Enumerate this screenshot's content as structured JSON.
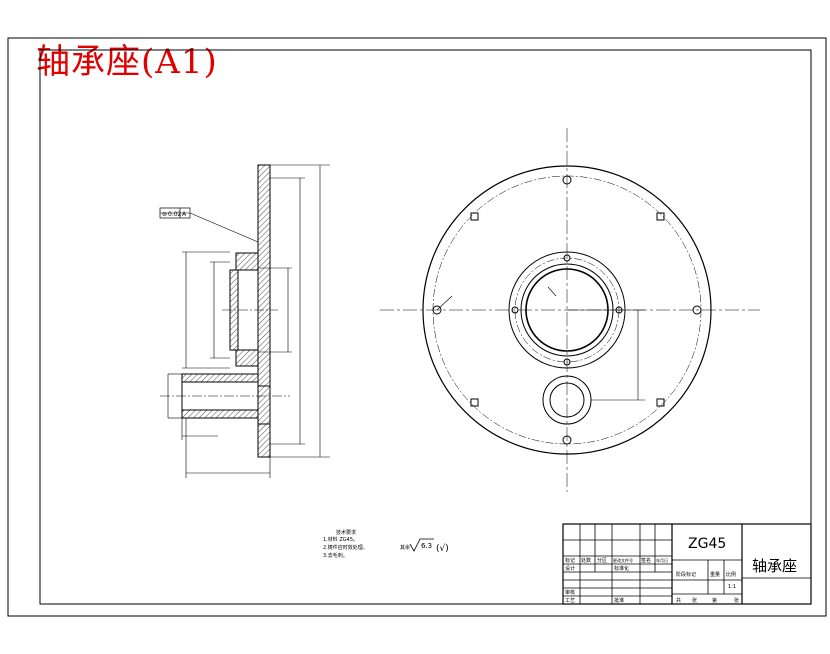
{
  "title": "轴承座(A1)",
  "title_color": "#e00000",
  "title_block": {
    "material": "ZG45",
    "part_name": "轴承座",
    "scale": "1:1",
    "row_labels": [
      "设计",
      "审核",
      "工艺"
    ],
    "header_labels": [
      "标记",
      "处数",
      "分区",
      "更改文件号",
      "签名",
      "年月日"
    ],
    "cells": [
      "标准化",
      "阶段标记",
      "重量",
      "比例",
      "批准"
    ],
    "sheet_labels": [
      "共",
      "张",
      "第",
      "张"
    ]
  },
  "tech_requirements": {
    "heading": "技术要求",
    "items": [
      "1.材料 ZG45。",
      "2.铸件应时效处理。",
      "3.去毛刺。"
    ]
  },
  "surface_finish": {
    "prefix": "其余",
    "value": "6.3"
  },
  "datum_box": {
    "symbol": "⊚",
    "value": "0.02",
    "datum": "A"
  }
}
